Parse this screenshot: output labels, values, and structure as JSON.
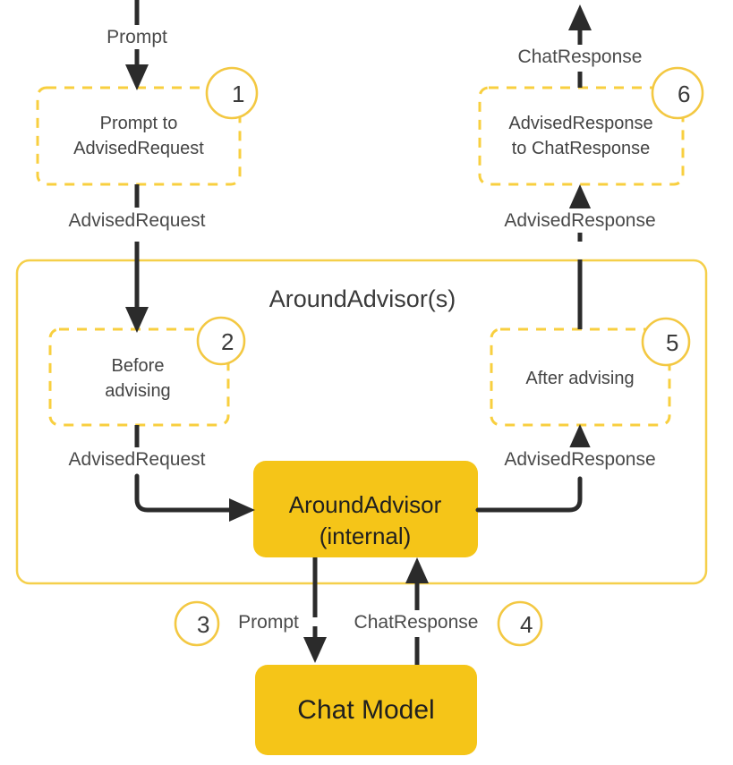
{
  "diagram": {
    "title": "AroundAdvisor(s)",
    "colors": {
      "box_fill": "#f5c518",
      "dashed_border": "#f8cf3f",
      "group_border": "#f5cf4a",
      "badge_stroke": "#f3c842",
      "arrow": "#2b2b2b",
      "label_text": "#4a4a4a",
      "background": "#ffffff"
    },
    "group": {
      "label": "AroundAdvisor(s)"
    },
    "steps": [
      {
        "number": "1",
        "label_line1": "Prompt to",
        "label_line2": "AdvisedRequest"
      },
      {
        "number": "2",
        "label_line1": "Before",
        "label_line2": "advising"
      },
      {
        "number": "3",
        "label_line1": "",
        "label_line2": ""
      },
      {
        "number": "4",
        "label_line1": "",
        "label_line2": ""
      },
      {
        "number": "5",
        "label_line1": "After advising",
        "label_line2": ""
      },
      {
        "number": "6",
        "label_line1": "AdvisedResponse",
        "label_line2": "to ChatResponse"
      }
    ],
    "nodes": {
      "around_advisor_internal_line1": "AroundAdvisor",
      "around_advisor_internal_line2": "(internal)",
      "chat_model": "Chat Model"
    },
    "edges": {
      "prompt_in": "Prompt",
      "advised_request_1": "AdvisedRequest",
      "advised_request_2": "AdvisedRequest",
      "prompt_to_model": "Prompt",
      "chat_response_from_model": "ChatResponse",
      "advised_response_1": "AdvisedResponse",
      "advised_response_2": "AdvisedResponse",
      "chat_response_out": "ChatResponse"
    }
  }
}
